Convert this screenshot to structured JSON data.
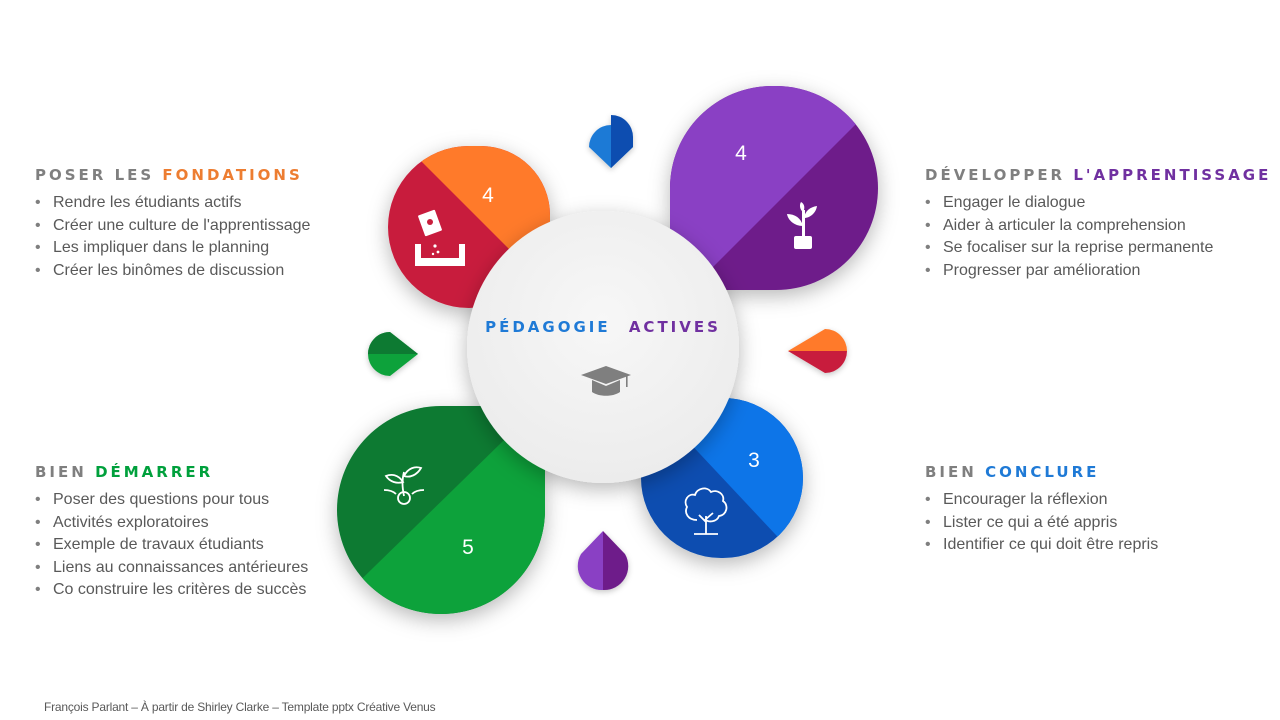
{
  "center": {
    "word1": "PÉDAGOGIE",
    "word2": "ACTIVES",
    "word1_color": "#1f7ad6",
    "word2_color": "#7030a0",
    "icon": "graduation-cap-icon"
  },
  "sections": {
    "fondations": {
      "prefix": "POSER LES",
      "accent": "FONDATIONS",
      "accent_color": "#ed7d31",
      "items": [
        "Rendre les étudiants actifs",
        "Créer une culture de l'apprentissage",
        "Les impliquer dans le planning",
        "Créer les binômes de discussion"
      ]
    },
    "apprentissage": {
      "prefix": "DÉVELOPPER",
      "accent": "L'APPRENTISSAGE",
      "accent_color": "#7030a0",
      "items": [
        "Engager le dialogue",
        "Aider à articuler la comprehension",
        "Se focaliser sur la reprise permanente",
        "Progresser par amélioration"
      ]
    },
    "demarrer": {
      "prefix": "BIEN",
      "accent": "DÉMARRER",
      "accent_color": "#00a03c",
      "items": [
        "Poser des questions pour tous",
        "Activités exploratoires",
        "Exemple de travaux étudiants",
        "Liens au connaissances antérieures",
        "Co construire les critères de succès"
      ]
    },
    "conclure": {
      "prefix": "BIEN",
      "accent": "CONCLURE",
      "accent_color": "#1f7ad6",
      "items": [
        "Encourager la réflexion",
        "Lister ce qui a été appris",
        "Identifier ce qui doit être repris"
      ]
    }
  },
  "petals": {
    "fondations": {
      "number": "4",
      "colors": [
        "#ff7a29",
        "#c81e3c"
      ],
      "icon": "seed-packet-icon"
    },
    "apprentissage": {
      "number": "4",
      "colors": [
        "#8a3fc4",
        "#6e1f8a"
      ],
      "icon": "plant-icon"
    },
    "conclure": {
      "number": "3",
      "colors": [
        "#0a74e8",
        "#0a4db0"
      ],
      "icon": "tree-icon"
    },
    "demarrer": {
      "number": "5",
      "colors": [
        "#0a7a32",
        "#0aa23a"
      ],
      "icon": "sprout-icon"
    }
  },
  "footer": "François Parlant – À partir de Shirley Clarke – Template pptx Créative Venus"
}
